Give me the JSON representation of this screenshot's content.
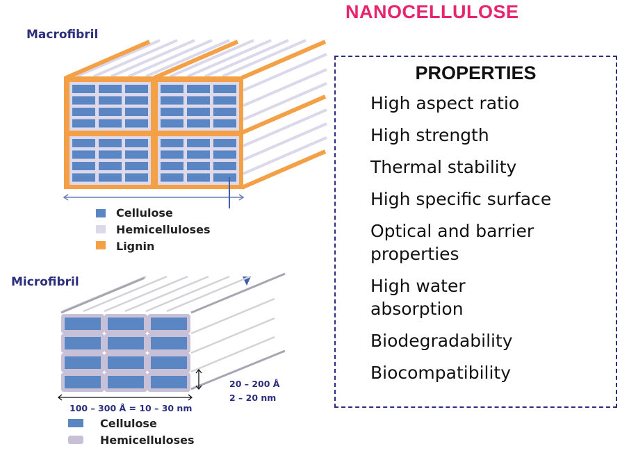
{
  "title": "NANOCELLULOSE",
  "macro": {
    "label": "Macrofibril",
    "legend": [
      {
        "label": "Cellulose",
        "color": "#5b86c4"
      },
      {
        "label": "Hemicelluloses",
        "color": "#ddd8ea"
      },
      {
        "label": "Lignin",
        "color": "#f3a047"
      }
    ]
  },
  "micro": {
    "label": "Microfibril",
    "dim_width": "100 – 300 Å = 10 – 30 nm",
    "dim_height_a": "20 – 200 Å",
    "dim_height_b": "2 – 20 nm",
    "legend": [
      {
        "label": "Cellulose",
        "color": "#5b86c4"
      },
      {
        "label": "Hemicelluloses",
        "color": "#c8c0d6"
      }
    ]
  },
  "properties": {
    "heading": "PROPERTIES",
    "items": [
      "High aspect ratio",
      "High strength",
      "Thermal stability",
      "High specific surface",
      "Optical and barrier properties",
      "High water absorption",
      "Biodegradability",
      "Biocompatibility"
    ]
  }
}
